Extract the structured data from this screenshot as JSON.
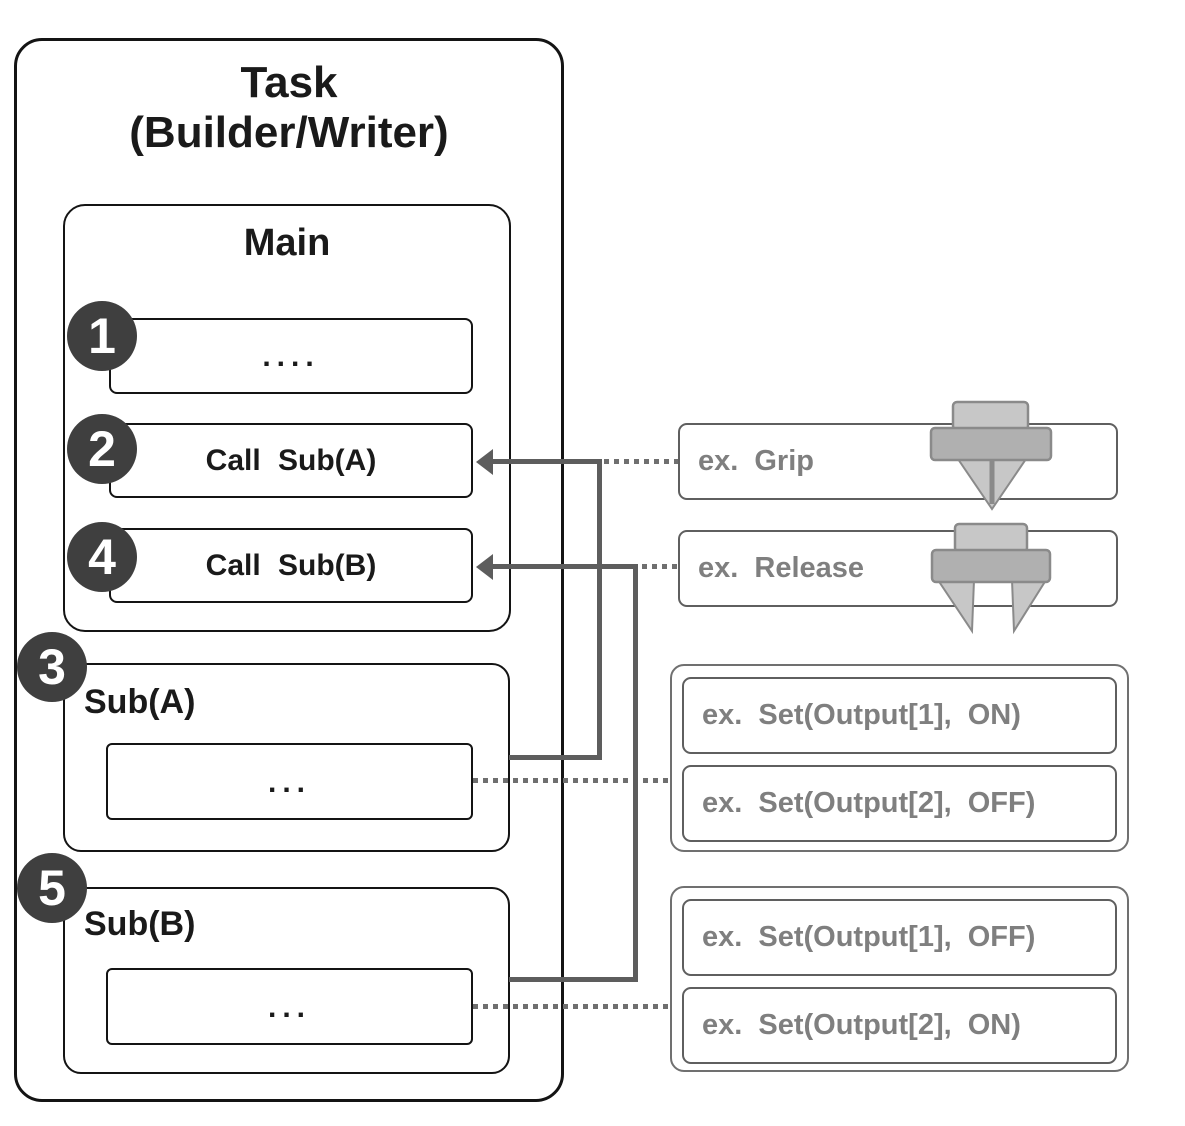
{
  "task": {
    "title_line1": "Task",
    "title_line2": "(Builder/Writer)",
    "main": {
      "title": "Main",
      "steps": [
        {
          "badge": "1",
          "label": "...."
        },
        {
          "badge": "2",
          "label": "Call Sub(A)"
        },
        {
          "badge": "4",
          "label": "Call Sub(B)"
        }
      ]
    },
    "subs": [
      {
        "badge": "3",
        "title": "Sub(A)",
        "body": "..."
      },
      {
        "badge": "5",
        "title": "Sub(B)",
        "body": "..."
      }
    ]
  },
  "examples": {
    "grip_label": "ex. Grip",
    "release_label": "ex. Release",
    "grip_icon": "gripper-closed-icon",
    "release_icon": "gripper-open-icon",
    "sub_a": [
      "ex. Set(Output[1], ON)",
      "ex. Set(Output[2], OFF)"
    ],
    "sub_b": [
      "ex. Set(Output[1], OFF)",
      "ex. Set(Output[2], ON)"
    ]
  },
  "colors": {
    "box_border_black": "#141414",
    "connector_gray": "#5d5d5d",
    "dotted_gray": "#6f6f6f",
    "example_border_gray": "#5f5f5f",
    "example_text_gray": "#7f7f7f",
    "badge_background": "#3f3f3f",
    "badge_text": "#ffffff",
    "icon_light_gray": "#c7c7c7",
    "icon_mid_gray": "#b0b0b0",
    "icon_border_gray": "#8a8a8a"
  }
}
